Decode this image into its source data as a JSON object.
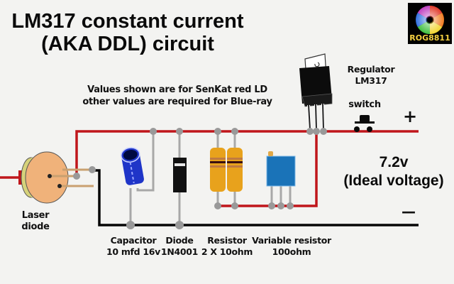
{
  "title": {
    "line1": "LM317 constant current",
    "line2": "(AKA DDL) circuit"
  },
  "logo": {
    "text": "ROG8811",
    "icon": "color-wheel-icon"
  },
  "note": {
    "line1": "Values shown are for SenKat red LD",
    "line2": "other values are required for Blue-ray"
  },
  "regulator": {
    "line1": "Regulator",
    "line2": "LM317"
  },
  "switch": {
    "label": "switch"
  },
  "supply": {
    "plus": "+",
    "minus": "—",
    "voltage": "7.2v",
    "voltage_note": "(Ideal voltage)"
  },
  "components": {
    "laser_diode": {
      "line1": "Laser",
      "line2": "diode"
    },
    "capacitor": {
      "name": "Capacitor",
      "value": "10 mfd 16v"
    },
    "diode": {
      "name": "Diode",
      "value": "1N4001"
    },
    "resistor": {
      "name": "Resistor",
      "value": "2 X 10ohm"
    },
    "variable_resistor": {
      "name": "Variable resistor",
      "value": "100ohm"
    }
  },
  "colors": {
    "positive_wire": "#c0161b",
    "negative_wire": "#050505",
    "lead": "#a8a8a8",
    "capacitor": "#1f35c8",
    "resistor_body": "#e8a21c",
    "trimmer": "#1a73b8",
    "laser_cap": "#f0b27a",
    "laser_lens": "#d6d27a"
  }
}
